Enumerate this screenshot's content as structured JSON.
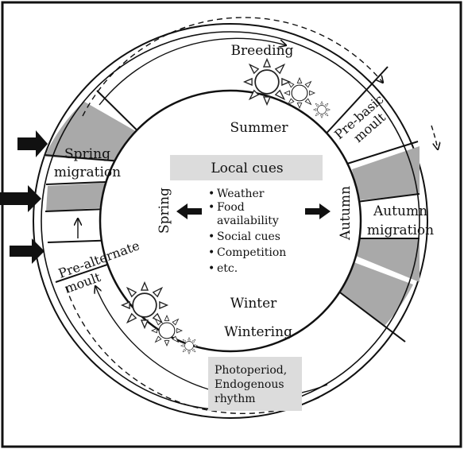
{
  "diagram": {
    "segments": {
      "breeding": "Breeding",
      "prebasic_1": "Pre-basic",
      "prebasic_2": "moult",
      "autumn_1": "Autumn",
      "autumn_2": "migration",
      "wintering": "Wintering",
      "prealternate_1": "Pre-alternate",
      "prealternate_2": "moult",
      "spring_1": "Spring",
      "spring_2": "migration"
    },
    "seasons": {
      "summer": "Summer",
      "winter": "Winter",
      "spring": "Spring",
      "autumn": "Autumn"
    },
    "center": {
      "title": "Local cues",
      "items": [
        "Weather",
        "Food",
        "availability",
        "Social cues",
        "Competition",
        "etc."
      ]
    },
    "bottom_box": {
      "line1": "Photoperiod,",
      "line2": "Endogenous",
      "line3": "rhythm"
    },
    "colors": {
      "shade": "#a9a9a9",
      "box": "#dcdcdc",
      "ink": "#111111"
    },
    "icons": [
      "sun-icon",
      "arrow-right-icon",
      "arrow-left-icon"
    ]
  }
}
